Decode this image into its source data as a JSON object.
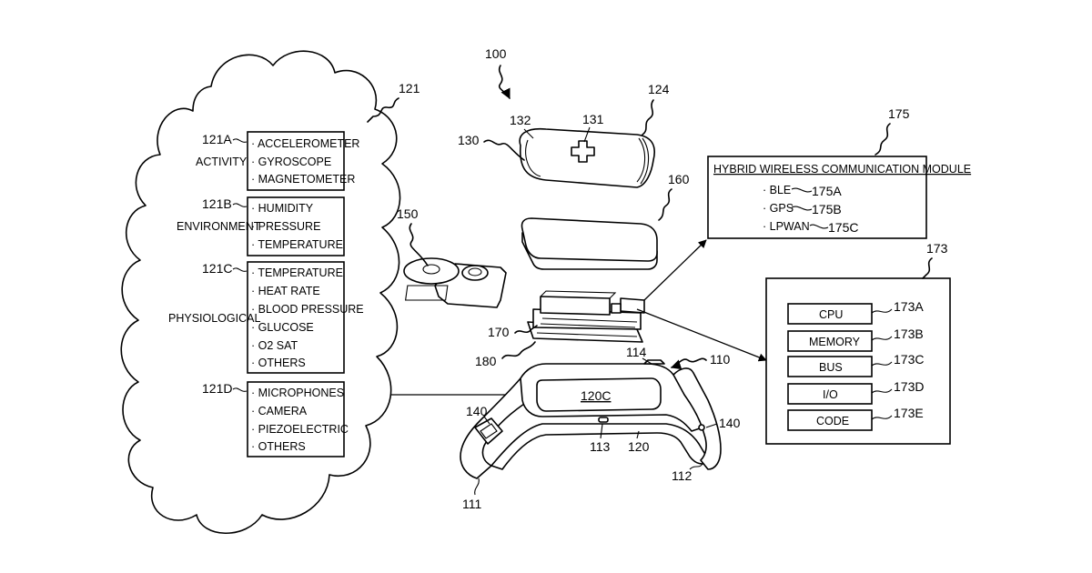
{
  "labels": {
    "l100": "100",
    "l121": "121",
    "l124": "124",
    "l130": "130",
    "l131": "131",
    "l132": "132",
    "l150": "150",
    "l160": "160",
    "l170": "170",
    "l180": "180",
    "l175": "175",
    "l173": "173",
    "l114": "114",
    "l110": "110",
    "l140a": "140",
    "l140b": "140",
    "l120c": "120C",
    "l113": "113",
    "l120": "120",
    "l111": "111",
    "l112": "112"
  },
  "sensor_groups": [
    {
      "ref": "121A",
      "name": "ACTIVITY",
      "items": [
        "· ACCELEROMETER",
        "· GYROSCOPE",
        "· MAGNETOMETER"
      ]
    },
    {
      "ref": "121B",
      "name": "ENVIRONMENT",
      "items": [
        "· HUMIDITY",
        "· PRESSURE",
        "· TEMPERATURE"
      ]
    },
    {
      "ref": "121C",
      "name": "PHYSIOLOGICAL",
      "items": [
        "· TEMPERATURE",
        "· HEAT RATE",
        "· BLOOD PRESSURE",
        "· GLUCOSE",
        "· O2 SAT",
        "· OTHERS"
      ]
    },
    {
      "ref": "121D",
      "name": "",
      "items": [
        "· MICROPHONES",
        "· CAMERA",
        "· PIEZOELECTRIC",
        "· OTHERS"
      ]
    }
  ],
  "wireless_module": {
    "title": "HYBRID WIRELESS COMMUNICATION MODULE",
    "items": [
      {
        "label": "· BLE",
        "ref": "175A"
      },
      {
        "label": "· GPS",
        "ref": "175B"
      },
      {
        "label": "· LPWAN",
        "ref": "175C"
      }
    ]
  },
  "processor": {
    "items": [
      {
        "label": "CPU",
        "ref": "173A"
      },
      {
        "label": "MEMORY",
        "ref": "173B"
      },
      {
        "label": "BUS",
        "ref": "173C"
      },
      {
        "label": "I/O",
        "ref": "173D"
      },
      {
        "label": "CODE",
        "ref": "173E"
      }
    ]
  }
}
